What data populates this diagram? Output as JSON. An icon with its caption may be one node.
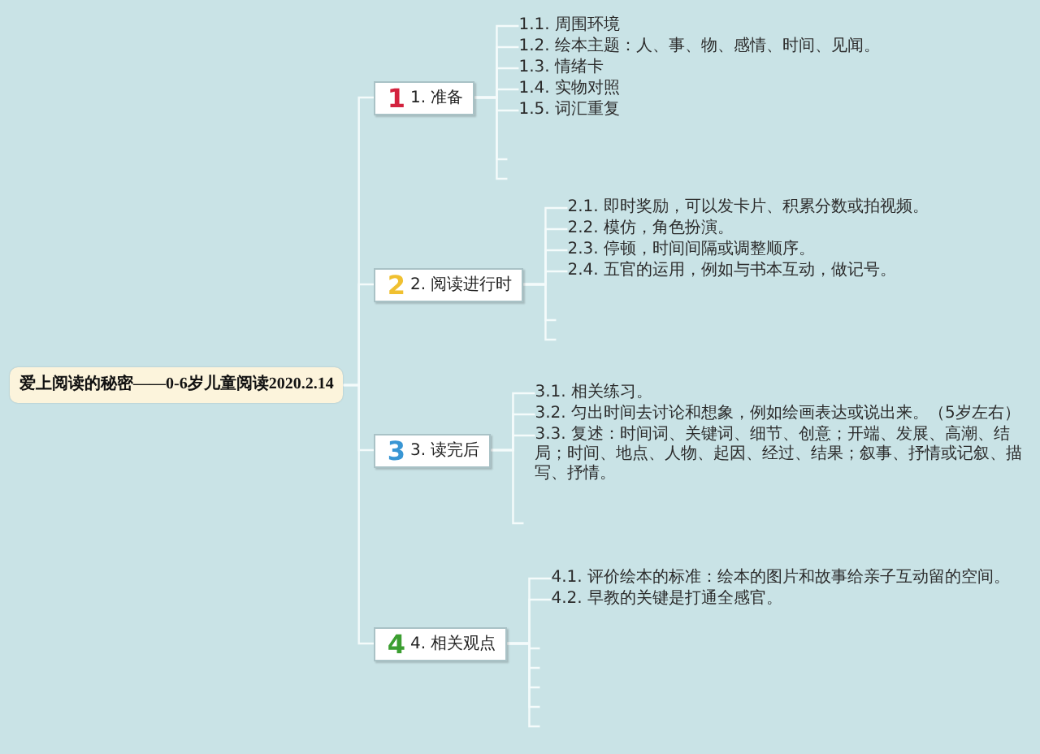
{
  "diagram": {
    "nodes": [
      {
        "text": [
          "爱上阅读的秘密——0-6岁儿童阅读2020.2.14"
        ]
      },
      {
        "text": [
          "1",
          "1. 准备"
        ]
      },
      {
        "text": [
          "1.1. 周围环境"
        ]
      },
      {
        "text": [
          "1.2. 绘本主题：人、事、物、感情、时间、见闻。"
        ]
      },
      {
        "text": [
          "1.3. 情绪卡"
        ]
      },
      {
        "text": [
          "1.4. 实物对照"
        ]
      },
      {
        "text": [
          "1.5. 词汇重复"
        ]
      },
      {
        "text": [
          "2",
          "2. 阅读进行时"
        ]
      },
      {
        "text": [
          "2.1. 即时奖励，可以发卡片、积累分数或拍视频。"
        ]
      },
      {
        "text": [
          "2.2. 模仿，角色扮演。"
        ]
      },
      {
        "text": [
          "2.3. 停顿，时间间隔或调整顺序。"
        ]
      },
      {
        "text": [
          "2.4. 五官的运用，例如与书本互动，做记号。"
        ]
      },
      {
        "text": [
          "3",
          "3. 读完后"
        ]
      },
      {
        "text": [
          "3.1. 相关练习。"
        ]
      },
      {
        "text": [
          "3.2. 匀出时间去讨论和想象，例如绘画表达或说出来。（5岁左右）"
        ]
      },
      {
        "text": [
          "3.3. 复述：时间词、关键词、细节、创意；开端、发展、高潮、结局；时间、地点、人物、起因、经过、结果；叙事、抒情或记叙、描写、抒情。"
        ]
      },
      {
        "text": [
          "4",
          "4. 相关观点"
        ]
      },
      {
        "text": [
          "4.1. 评价绘本的标准：绘本的图片和故事给亲子互动留的空间。"
        ]
      },
      {
        "text": [
          "4.2. 早教的关键是打通全感官。"
        ]
      }
    ],
    "edges": [
      {
        "from": 0,
        "to": 1,
        "arrow": "none"
      },
      {
        "from": 1,
        "to": 2,
        "arrow": "none"
      },
      {
        "from": 1,
        "to": 3,
        "arrow": "none"
      },
      {
        "from": 1,
        "to": 4,
        "arrow": "none"
      },
      {
        "from": 1,
        "to": 5,
        "arrow": "none"
      },
      {
        "from": 1,
        "to": 6,
        "arrow": "none"
      },
      {
        "from": 1,
        "to": null,
        "arrow": "none"
      },
      {
        "from": 1,
        "to": null,
        "arrow": "none"
      },
      {
        "from": 0,
        "to": 7,
        "arrow": "none"
      },
      {
        "from": 7,
        "to": 8,
        "arrow": "none"
      },
      {
        "from": 7,
        "to": 9,
        "arrow": "none"
      },
      {
        "from": 7,
        "to": 10,
        "arrow": "none"
      },
      {
        "from": 7,
        "to": 11,
        "arrow": "none"
      },
      {
        "from": 7,
        "to": null,
        "arrow": "none"
      },
      {
        "from": 7,
        "to": null,
        "arrow": "none"
      },
      {
        "from": 0,
        "to": 12,
        "arrow": "none"
      },
      {
        "from": 12,
        "to": 13,
        "arrow": "none"
      },
      {
        "from": 12,
        "to": 14,
        "arrow": "none"
      },
      {
        "from": 12,
        "to": 15,
        "arrow": "none"
      },
      {
        "from": 12,
        "to": null,
        "arrow": "none"
      },
      {
        "from": 0,
        "to": 16,
        "arrow": "none"
      },
      {
        "from": 16,
        "to": 17,
        "arrow": "none"
      },
      {
        "from": 16,
        "to": 18,
        "arrow": "none"
      },
      {
        "from": 16,
        "to": null,
        "arrow": "none"
      },
      {
        "from": 16,
        "to": null,
        "arrow": "none"
      },
      {
        "from": 16,
        "to": null,
        "arrow": "none"
      },
      {
        "from": 16,
        "to": null,
        "arrow": "none"
      },
      {
        "from": 16,
        "to": null,
        "arrow": "none"
      }
    ]
  }
}
